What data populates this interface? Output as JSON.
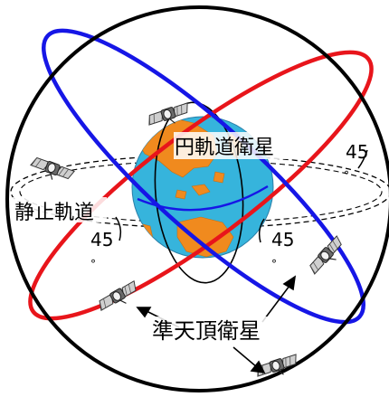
{
  "labels": {
    "circular_orbit_satellite": "円軌道衛星",
    "geostationary_orbit": "静止軌道",
    "quasi_zenith_satellite": "準天頂衛星",
    "inclination_right_top": "45",
    "inclination_left": "45",
    "inclination_right": "45",
    "degree_symbol": "°"
  },
  "colors": {
    "outer_circle": "#000000",
    "red_orbit": "#e8151b",
    "blue_orbit": "#1616e6",
    "ocean": "#36b4dc",
    "land": "#f08a1e",
    "background": "#ffffff"
  },
  "icons": {
    "satellite": "satellite-icon",
    "earth": "earth-globe-icon"
  }
}
